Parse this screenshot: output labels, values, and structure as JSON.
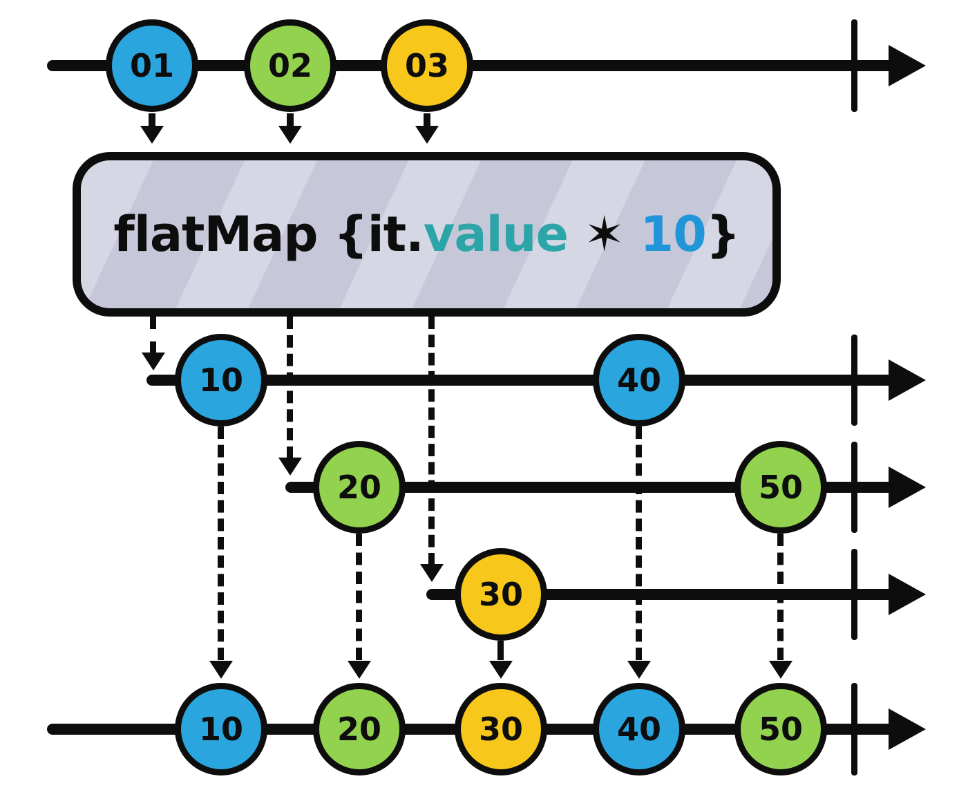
{
  "operator": {
    "prefix": "flatMap {it.",
    "property": "value",
    "star": " ✶ ",
    "multiplier": "10",
    "suffix": "}"
  },
  "colors": {
    "blue": "#2BA5DE",
    "green": "#92D24F",
    "yellow": "#F7C71B",
    "teal_text": "#2BA5A8",
    "blue_text": "#2095D8",
    "ink": "#0D0D0D",
    "operator_fill": "#C6C7D9",
    "operator_stripe": "#D6D7E4"
  },
  "timelines": {
    "source": {
      "marbles": [
        {
          "label": "01",
          "color": "blue"
        },
        {
          "label": "02",
          "color": "green"
        },
        {
          "label": "03",
          "color": "yellow"
        }
      ]
    },
    "inner_1": {
      "marbles": [
        {
          "label": "10",
          "color": "blue"
        },
        {
          "label": "40",
          "color": "blue"
        }
      ]
    },
    "inner_2": {
      "marbles": [
        {
          "label": "20",
          "color": "green"
        },
        {
          "label": "50",
          "color": "green"
        }
      ]
    },
    "inner_3": {
      "marbles": [
        {
          "label": "30",
          "color": "yellow"
        }
      ]
    },
    "output": {
      "marbles": [
        {
          "label": "10",
          "color": "blue"
        },
        {
          "label": "20",
          "color": "green"
        },
        {
          "label": "30",
          "color": "yellow"
        },
        {
          "label": "40",
          "color": "blue"
        },
        {
          "label": "50",
          "color": "green"
        }
      ]
    }
  }
}
